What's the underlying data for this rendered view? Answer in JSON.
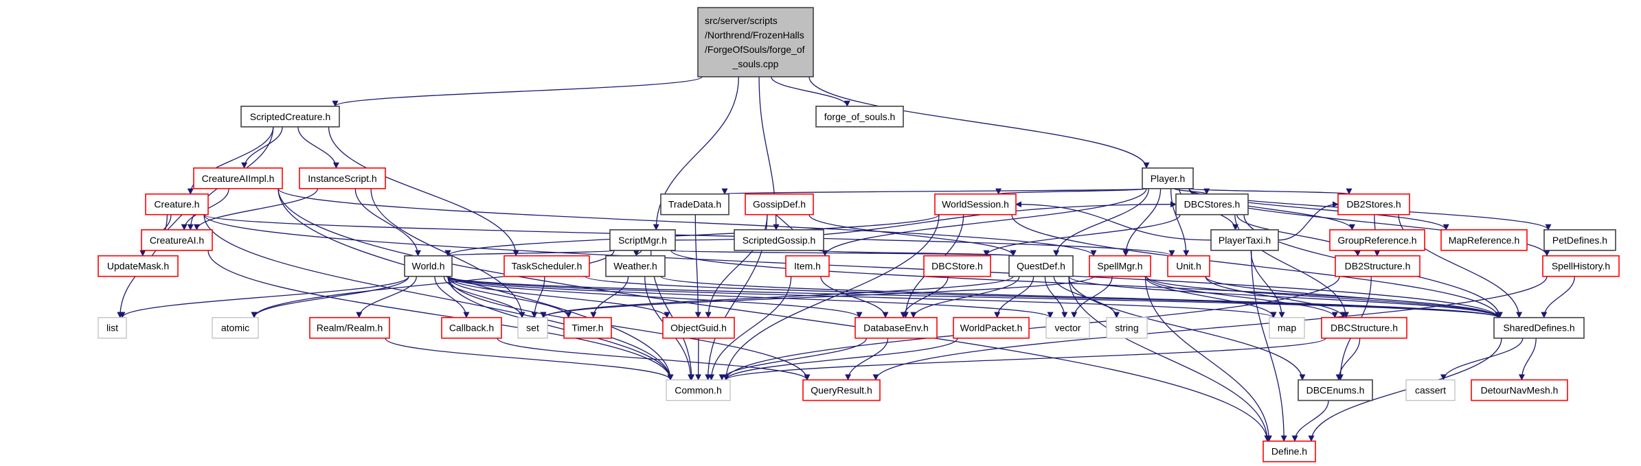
{
  "colors": {
    "edge": "#191970",
    "root_fill": "#bfbfbf",
    "root_border": "#404040",
    "documented_border": "#404040",
    "truncated_border": "#ff0000",
    "external_border": "#bfbfbf"
  },
  "nodes": [
    {
      "id": "root",
      "label": [
        "src/server/scripts",
        "/Northrend/FrozenHalls",
        "/ForgeOfSouls/forge_of",
        "_souls.cpp"
      ],
      "kind": "root"
    },
    {
      "id": "ScriptedCreature",
      "label": [
        "ScriptedCreature.h"
      ],
      "kind": "documented"
    },
    {
      "id": "forge_of_souls",
      "label": [
        "forge_of_souls.h"
      ],
      "kind": "documented"
    },
    {
      "id": "CreatureAIImpl",
      "label": [
        "CreatureAIImpl.h"
      ],
      "kind": "truncated"
    },
    {
      "id": "InstanceScript",
      "label": [
        "InstanceScript.h"
      ],
      "kind": "truncated"
    },
    {
      "id": "Player",
      "label": [
        "Player.h"
      ],
      "kind": "documented"
    },
    {
      "id": "CreatureAI",
      "label": [
        "CreatureAI.h"
      ],
      "kind": "truncated"
    },
    {
      "id": "ScriptMgr",
      "label": [
        "ScriptMgr.h"
      ],
      "kind": "documented"
    },
    {
      "id": "ScriptedGossip",
      "label": [
        "ScriptedGossip.h"
      ],
      "kind": "documented"
    },
    {
      "id": "PlayerTaxi",
      "label": [
        "PlayerTaxi.h"
      ],
      "kind": "documented"
    },
    {
      "id": "GroupReference",
      "label": [
        "GroupReference.h"
      ],
      "kind": "truncated"
    },
    {
      "id": "MapReference",
      "label": [
        "MapReference.h"
      ],
      "kind": "truncated"
    },
    {
      "id": "PetDefines",
      "label": [
        "PetDefines.h"
      ],
      "kind": "documented"
    },
    {
      "id": "Creature",
      "label": [
        "Creature.h"
      ],
      "kind": "truncated"
    },
    {
      "id": "TradeData",
      "label": [
        "TradeData.h"
      ],
      "kind": "documented"
    },
    {
      "id": "GossipDef",
      "label": [
        "GossipDef.h"
      ],
      "kind": "truncated"
    },
    {
      "id": "WorldSession",
      "label": [
        "WorldSession.h"
      ],
      "kind": "truncated"
    },
    {
      "id": "DBCStores",
      "label": [
        "DBCStores.h"
      ],
      "kind": "documented"
    },
    {
      "id": "DB2Stores",
      "label": [
        "DB2Stores.h"
      ],
      "kind": "truncated"
    },
    {
      "id": "UpdateMask",
      "label": [
        "UpdateMask.h"
      ],
      "kind": "truncated"
    },
    {
      "id": "World",
      "label": [
        "World.h"
      ],
      "kind": "documented"
    },
    {
      "id": "TaskScheduler",
      "label": [
        "TaskScheduler.h"
      ],
      "kind": "truncated"
    },
    {
      "id": "Weather",
      "label": [
        "Weather.h"
      ],
      "kind": "documented"
    },
    {
      "id": "Item",
      "label": [
        "Item.h"
      ],
      "kind": "truncated"
    },
    {
      "id": "DBCStore",
      "label": [
        "DBCStore.h"
      ],
      "kind": "truncated"
    },
    {
      "id": "QuestDef",
      "label": [
        "QuestDef.h"
      ],
      "kind": "documented"
    },
    {
      "id": "SpellMgr",
      "label": [
        "SpellMgr.h"
      ],
      "kind": "truncated"
    },
    {
      "id": "Unit",
      "label": [
        "Unit.h"
      ],
      "kind": "truncated"
    },
    {
      "id": "DB2Structure",
      "label": [
        "DB2Structure.h"
      ],
      "kind": "truncated"
    },
    {
      "id": "SpellHistory",
      "label": [
        "SpellHistory.h"
      ],
      "kind": "truncated"
    },
    {
      "id": "list",
      "label": [
        "list"
      ],
      "kind": "external"
    },
    {
      "id": "atomic",
      "label": [
        "atomic"
      ],
      "kind": "external"
    },
    {
      "id": "Realm",
      "label": [
        "Realm/Realm.h"
      ],
      "kind": "truncated"
    },
    {
      "id": "Callback",
      "label": [
        "Callback.h"
      ],
      "kind": "truncated"
    },
    {
      "id": "set",
      "label": [
        "set"
      ],
      "kind": "external"
    },
    {
      "id": "Timer",
      "label": [
        "Timer.h"
      ],
      "kind": "truncated"
    },
    {
      "id": "ObjectGuid",
      "label": [
        "ObjectGuid.h"
      ],
      "kind": "truncated"
    },
    {
      "id": "DatabaseEnv",
      "label": [
        "DatabaseEnv.h"
      ],
      "kind": "truncated"
    },
    {
      "id": "WorldPacket",
      "label": [
        "WorldPacket.h"
      ],
      "kind": "truncated"
    },
    {
      "id": "vector",
      "label": [
        "vector"
      ],
      "kind": "external"
    },
    {
      "id": "string",
      "label": [
        "string"
      ],
      "kind": "external"
    },
    {
      "id": "map",
      "label": [
        "map"
      ],
      "kind": "external"
    },
    {
      "id": "DBCStructure",
      "label": [
        "DBCStructure.h"
      ],
      "kind": "truncated"
    },
    {
      "id": "SharedDefines",
      "label": [
        "SharedDefines.h"
      ],
      "kind": "documented"
    },
    {
      "id": "Common",
      "label": [
        "Common.h"
      ],
      "kind": "external"
    },
    {
      "id": "QueryResult",
      "label": [
        "QueryResult.h"
      ],
      "kind": "truncated"
    },
    {
      "id": "DBCEnums",
      "label": [
        "DBCEnums.h"
      ],
      "kind": "documented"
    },
    {
      "id": "cassert",
      "label": [
        "cassert"
      ],
      "kind": "external"
    },
    {
      "id": "DetourNavMesh",
      "label": [
        "DetourNavMesh.h"
      ],
      "kind": "truncated"
    },
    {
      "id": "Define",
      "label": [
        "Define.h"
      ],
      "kind": "truncated"
    }
  ],
  "edges": [
    [
      "root",
      "ScriptedCreature"
    ],
    [
      "root",
      "forge_of_souls"
    ],
    [
      "root",
      "ScriptMgr"
    ],
    [
      "root",
      "ScriptedGossip"
    ],
    [
      "root",
      "Player"
    ],
    [
      "ScriptedCreature",
      "CreatureAIImpl"
    ],
    [
      "ScriptedCreature",
      "InstanceScript"
    ],
    [
      "ScriptedCreature",
      "CreatureAI"
    ],
    [
      "ScriptedCreature",
      "Creature"
    ],
    [
      "ScriptedCreature",
      "TaskScheduler"
    ],
    [
      "CreatureAIImpl",
      "CreatureAI"
    ],
    [
      "CreatureAIImpl",
      "Common"
    ],
    [
      "CreatureAIImpl",
      "Define"
    ],
    [
      "CreatureAIImpl",
      "SpellMgr"
    ],
    [
      "InstanceScript",
      "CreatureAI"
    ],
    [
      "InstanceScript",
      "World"
    ],
    [
      "InstanceScript",
      "set"
    ],
    [
      "CreatureAI",
      "Creature"
    ],
    [
      "CreatureAI",
      "Common"
    ],
    [
      "Creature",
      "UpdateMask"
    ],
    [
      "Creature",
      "list"
    ],
    [
      "Creature",
      "Common"
    ],
    [
      "Creature",
      "Unit"
    ],
    [
      "Creature",
      "SharedDefines"
    ],
    [
      "ScriptMgr",
      "World"
    ],
    [
      "ScriptMgr",
      "Weather"
    ],
    [
      "ScriptMgr",
      "atomic"
    ],
    [
      "ScriptMgr",
      "Common"
    ],
    [
      "ScriptMgr",
      "QuestDef"
    ],
    [
      "ScriptMgr",
      "DBCStores"
    ],
    [
      "ScriptMgr",
      "SharedDefines"
    ],
    [
      "ScriptedGossip",
      "GossipDef"
    ],
    [
      "ScriptedGossip",
      "QuestDef"
    ],
    [
      "GossipDef",
      "ObjectGuid"
    ],
    [
      "GossipDef",
      "Common"
    ],
    [
      "GossipDef",
      "QuestDef"
    ],
    [
      "TradeData",
      "ObjectGuid"
    ],
    [
      "Player",
      "TradeData"
    ],
    [
      "Player",
      "WorldSession"
    ],
    [
      "Player",
      "Item"
    ],
    [
      "Player",
      "QuestDef"
    ],
    [
      "Player",
      "SpellMgr"
    ],
    [
      "Player",
      "Unit"
    ],
    [
      "Player",
      "DBCStores"
    ],
    [
      "Player",
      "PlayerTaxi"
    ],
    [
      "Player",
      "DB2Stores"
    ],
    [
      "Player",
      "GroupReference"
    ],
    [
      "Player",
      "MapReference"
    ],
    [
      "Player",
      "PetDefines"
    ],
    [
      "Player",
      "SpellHistory"
    ],
    [
      "PlayerTaxi",
      "WorldSession"
    ],
    [
      "PlayerTaxi",
      "map"
    ],
    [
      "PlayerTaxi",
      "DB2Stores"
    ],
    [
      "PlayerTaxi",
      "Define"
    ],
    [
      "WorldSession",
      "World"
    ],
    [
      "WorldSession",
      "DatabaseEnv"
    ],
    [
      "WorldSession",
      "Common"
    ],
    [
      "WorldSession",
      "SharedDefines"
    ],
    [
      "World",
      "list"
    ],
    [
      "World",
      "atomic"
    ],
    [
      "World",
      "Realm"
    ],
    [
      "World",
      "Callback"
    ],
    [
      "World",
      "set"
    ],
    [
      "World",
      "Timer"
    ],
    [
      "World",
      "ObjectGuid"
    ],
    [
      "World",
      "Common"
    ],
    [
      "World",
      "QueryResult"
    ],
    [
      "World",
      "DatabaseEnv"
    ],
    [
      "World",
      "SharedDefines"
    ],
    [
      "World",
      "map"
    ],
    [
      "World",
      "vector"
    ],
    [
      "TaskScheduler",
      "set"
    ],
    [
      "TaskScheduler",
      "SharedDefines"
    ],
    [
      "Weather",
      "Timer"
    ],
    [
      "Weather",
      "Common"
    ],
    [
      "Weather",
      "SharedDefines"
    ],
    [
      "Item",
      "DatabaseEnv"
    ],
    [
      "Item",
      "Common"
    ],
    [
      "DBCStore",
      "DatabaseEnv"
    ],
    [
      "QuestDef",
      "DatabaseEnv"
    ],
    [
      "QuestDef",
      "WorldPacket"
    ],
    [
      "QuestDef",
      "vector"
    ],
    [
      "QuestDef",
      "string"
    ],
    [
      "QuestDef",
      "DBCEnums"
    ],
    [
      "QuestDef",
      "Define"
    ],
    [
      "QuestDef",
      "SharedDefines"
    ],
    [
      "QuestDef",
      "set"
    ],
    [
      "SpellMgr",
      "SharedDefines"
    ],
    [
      "SpellMgr",
      "vector"
    ],
    [
      "SpellMgr",
      "map"
    ],
    [
      "SpellMgr",
      "DBCStructure"
    ],
    [
      "SpellMgr",
      "Define"
    ],
    [
      "SpellMgr",
      "set"
    ],
    [
      "Unit",
      "DBCStructure"
    ],
    [
      "Unit",
      "SharedDefines"
    ],
    [
      "DBCStores",
      "DBCStore"
    ],
    [
      "DBCStores",
      "DB2Structure"
    ],
    [
      "DBCStores",
      "DBCStructure"
    ],
    [
      "DBCStores",
      "SharedDefines"
    ],
    [
      "DB2Stores",
      "DB2Structure"
    ],
    [
      "DB2Stores",
      "SharedDefines"
    ],
    [
      "DB2Structure",
      "DBCEnums"
    ],
    [
      "DB2Structure",
      "Common"
    ],
    [
      "DBCStructure",
      "DBCEnums"
    ],
    [
      "DBCStructure",
      "Common"
    ],
    [
      "SpellHistory",
      "SharedDefines"
    ],
    [
      "SpellHistory",
      "QueryResult"
    ],
    [
      "SharedDefines",
      "cassert"
    ],
    [
      "SharedDefines",
      "DetourNavMesh"
    ],
    [
      "SharedDefines",
      "Define"
    ],
    [
      "DatabaseEnv",
      "Common"
    ],
    [
      "DatabaseEnv",
      "QueryResult"
    ],
    [
      "WorldPacket",
      "Common"
    ],
    [
      "ObjectGuid",
      "Common"
    ],
    [
      "Realm",
      "Common"
    ],
    [
      "Callback",
      "QueryResult"
    ],
    [
      "DBCEnums",
      "Define"
    ]
  ]
}
